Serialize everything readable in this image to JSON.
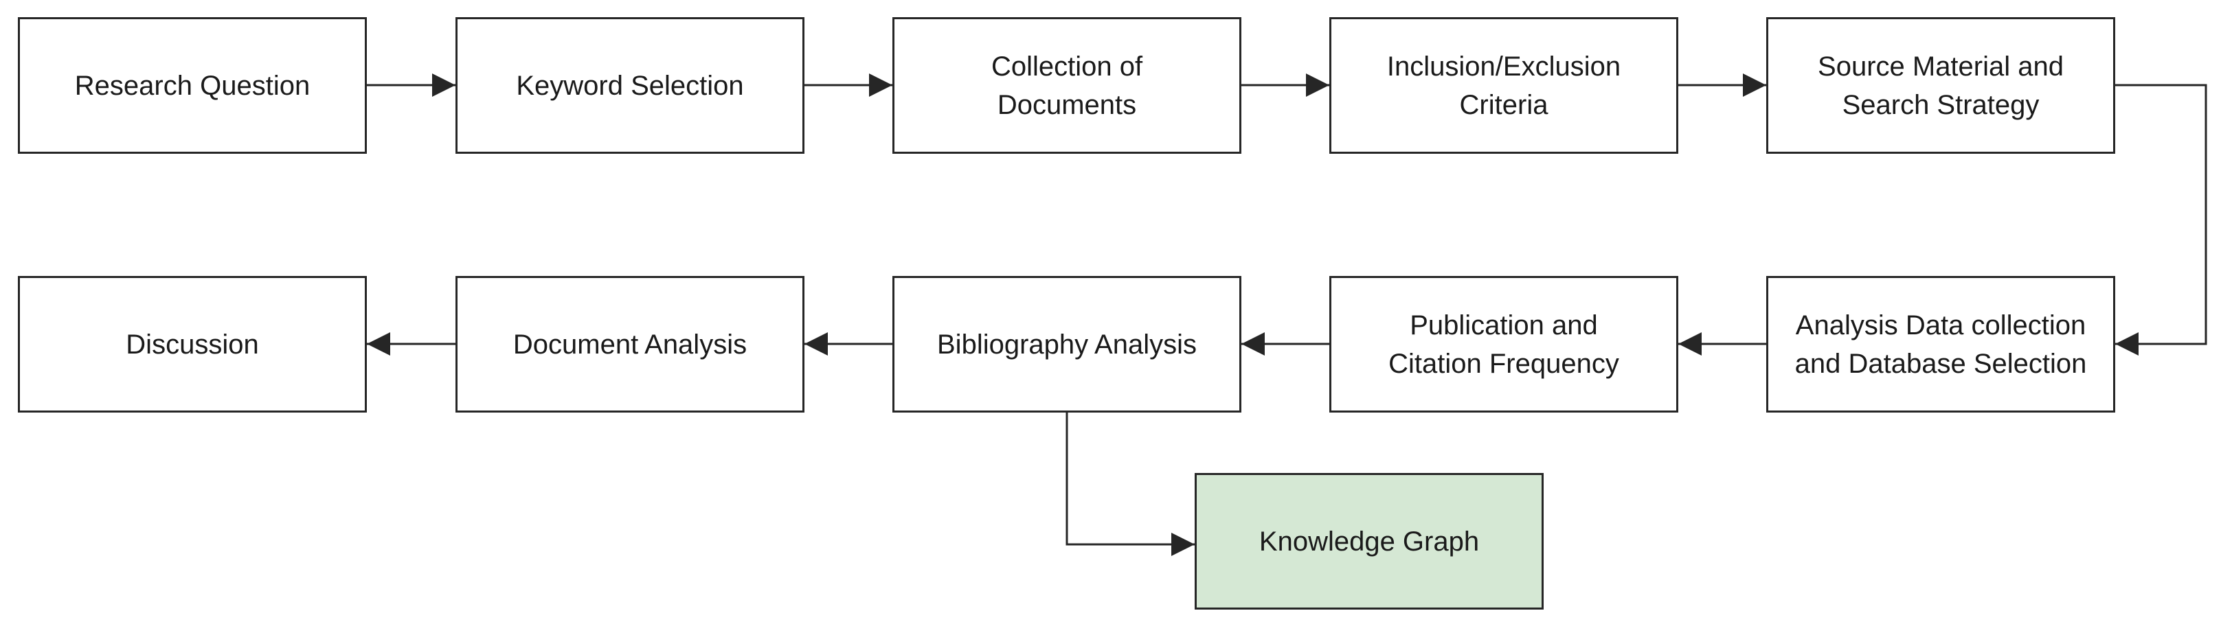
{
  "nodes": [
    {
      "id": "research-question",
      "label": "Research Question"
    },
    {
      "id": "keyword-selection",
      "label": "Keyword Selection"
    },
    {
      "id": "collection-of-documents",
      "label": "Collection of\nDocuments"
    },
    {
      "id": "inclusion-exclusion-criteria",
      "label": "Inclusion/Exclusion\nCriteria"
    },
    {
      "id": "source-material-search-strategy",
      "label": "Source Material and\nSearch Strategy"
    },
    {
      "id": "analysis-data-collection",
      "label": "Analysis Data collection\nand Database Selection"
    },
    {
      "id": "publication-citation-frequency",
      "label": "Publication and\nCitation Frequency"
    },
    {
      "id": "bibliography-analysis",
      "label": "Bibliography Analysis"
    },
    {
      "id": "document-analysis",
      "label": "Document Analysis"
    },
    {
      "id": "discussion",
      "label": "Discussion"
    },
    {
      "id": "knowledge-graph",
      "label": "Knowledge Graph",
      "fill": "#d5e8d4"
    }
  ],
  "edges": [
    {
      "from": "research-question",
      "to": "keyword-selection"
    },
    {
      "from": "keyword-selection",
      "to": "collection-of-documents"
    },
    {
      "from": "collection-of-documents",
      "to": "inclusion-exclusion-criteria"
    },
    {
      "from": "inclusion-exclusion-criteria",
      "to": "source-material-search-strategy"
    },
    {
      "from": "source-material-search-strategy",
      "to": "analysis-data-collection"
    },
    {
      "from": "analysis-data-collection",
      "to": "publication-citation-frequency"
    },
    {
      "from": "publication-citation-frequency",
      "to": "bibliography-analysis"
    },
    {
      "from": "bibliography-analysis",
      "to": "document-analysis"
    },
    {
      "from": "document-analysis",
      "to": "discussion"
    },
    {
      "from": "bibliography-analysis",
      "to": "knowledge-graph"
    }
  ],
  "colors": {
    "stroke": "#262626",
    "box_fill": "#ffffff",
    "highlight_fill": "#d5e8d4",
    "text": "#1a1a1a"
  }
}
